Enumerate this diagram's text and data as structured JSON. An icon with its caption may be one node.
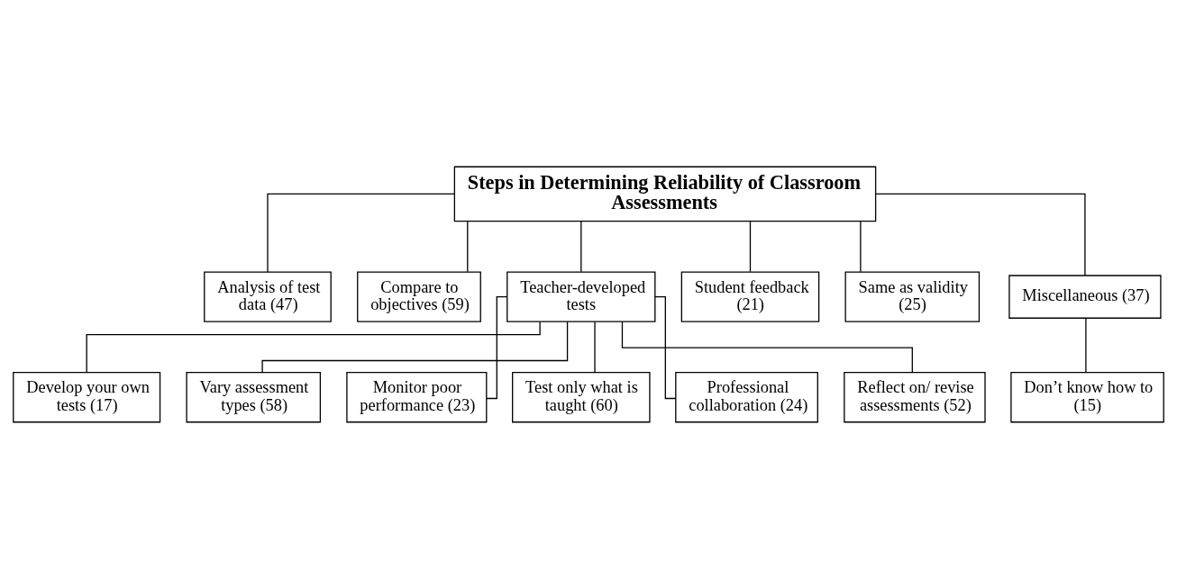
{
  "diagram": {
    "nodes": [
      {
        "text": [
          "Steps in Determining Reliability of Classroom Assessments"
        ]
      },
      {
        "text": [
          "Analysis of test data (47)"
        ]
      },
      {
        "text": [
          "Compare to objectives (59)"
        ]
      },
      {
        "text": [
          "Teacher-developed tests"
        ]
      },
      {
        "text": [
          "Student feedback (21)"
        ]
      },
      {
        "text": [
          "Same as validity (25)"
        ]
      },
      {
        "text": [
          "Miscellaneous (37)"
        ]
      },
      {
        "text": [
          "Don’t know how to (15)"
        ]
      },
      {
        "text": [
          "Develop your own tests (17)"
        ]
      },
      {
        "text": [
          "Vary assessment types (58)"
        ]
      },
      {
        "text": [
          "Monitor poor performance (23)"
        ]
      },
      {
        "text": [
          "Test only what is taught (60)"
        ]
      },
      {
        "text": [
          "Professional collaboration (24)"
        ]
      },
      {
        "text": [
          "Reflect on/ revise assessments (52)"
        ]
      }
    ],
    "edges": [
      {
        "from": 0,
        "to": 1,
        "arrow": "none"
      },
      {
        "from": 0,
        "to": 2,
        "arrow": "none"
      },
      {
        "from": 0,
        "to": 3,
        "arrow": "none"
      },
      {
        "from": 0,
        "to": 4,
        "arrow": "none"
      },
      {
        "from": 0,
        "to": 5,
        "arrow": "none"
      },
      {
        "from": 0,
        "to": 6,
        "arrow": "none"
      },
      {
        "from": 6,
        "to": 7,
        "arrow": "none"
      },
      {
        "from": 3,
        "to": 8,
        "arrow": "none"
      },
      {
        "from": 3,
        "to": 9,
        "arrow": "none"
      },
      {
        "from": 3,
        "to": 10,
        "arrow": "none"
      },
      {
        "from": 3,
        "to": 11,
        "arrow": "none"
      },
      {
        "from": 3,
        "to": 12,
        "arrow": "none"
      },
      {
        "from": 3,
        "to": 13,
        "arrow": "none"
      }
    ]
  }
}
